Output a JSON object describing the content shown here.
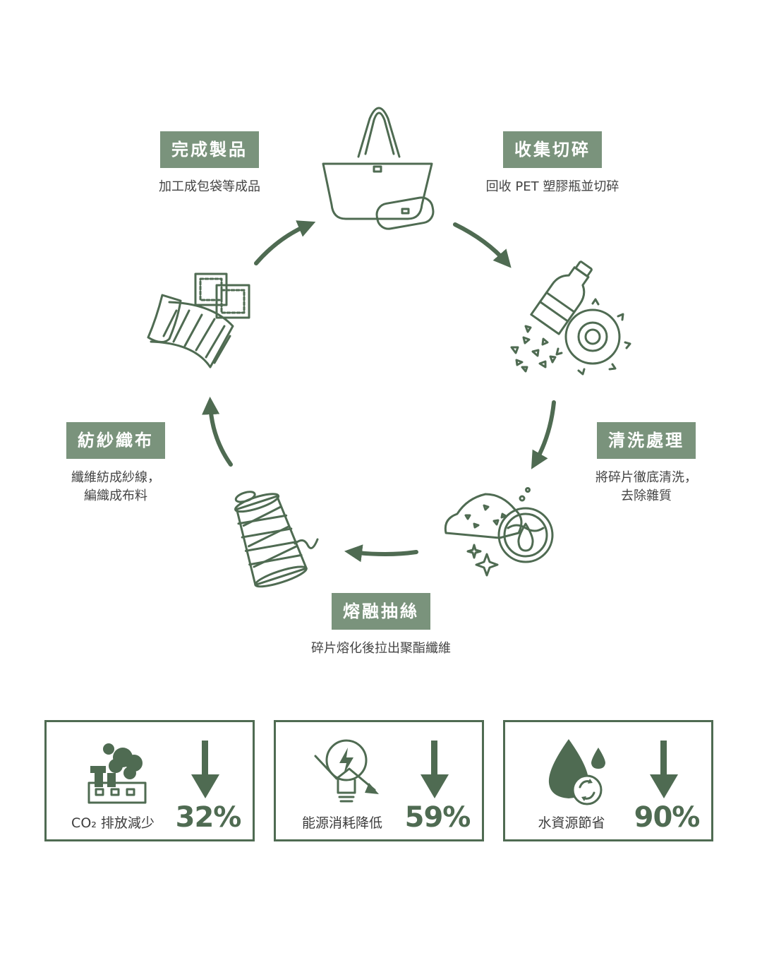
{
  "steps": [
    {
      "id": "finished",
      "title": "完成製品",
      "desc": "加工成包袋等成品",
      "icon": "tote-bag-icon"
    },
    {
      "id": "collect",
      "title": "收集切碎",
      "desc": "回收 PET 塑膠瓶並切碎",
      "icon": "bottle-shredder-icon"
    },
    {
      "id": "wash",
      "title": "清洗處理",
      "desc": "將碎片徹底清洗，\n去除雜質",
      "icon": "washing-flakes-icon"
    },
    {
      "id": "melt",
      "title": "熔融抽絲",
      "desc": "碎片熔化後拉出聚酯纖維",
      "icon": "yarn-spool-icon"
    },
    {
      "id": "weave",
      "title": "紡紗織布",
      "desc": "纖維紡成紗線，\n編織成布料",
      "icon": "fabric-roll-icon"
    }
  ],
  "stats": [
    {
      "label": "CO₂ 排放減少",
      "value": "32%",
      "icon": "factory-emission-icon"
    },
    {
      "label": "能源消耗降低",
      "value": "59%",
      "icon": "energy-bulb-icon"
    },
    {
      "label": "水資源節省",
      "value": "90%",
      "icon": "water-drop-icon"
    }
  ],
  "colors": {
    "accent": "#4f6b52",
    "tag_bg": "#7a937c",
    "text": "#3d3d3d"
  }
}
